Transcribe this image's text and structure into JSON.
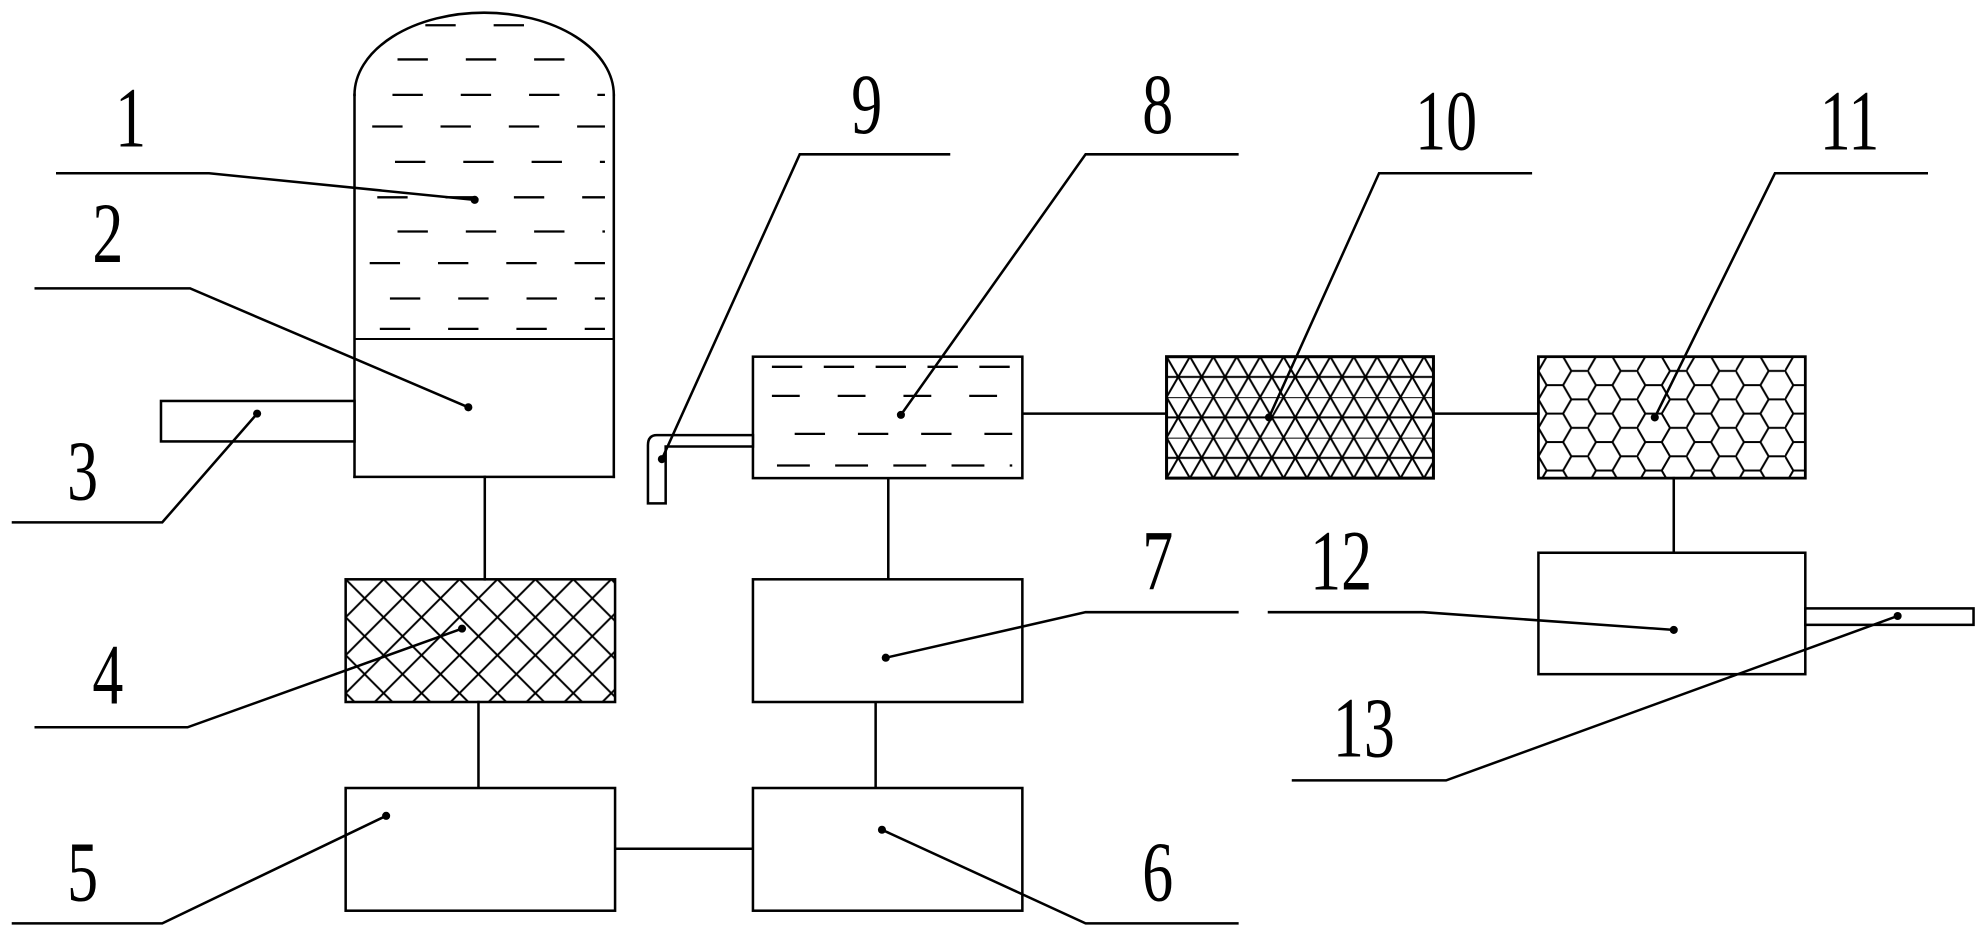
{
  "reference_numerals": [
    "1",
    "2",
    "3",
    "4",
    "5",
    "6",
    "7",
    "8",
    "9",
    "10",
    "11",
    "12",
    "13"
  ],
  "colors": {
    "line": "#000000",
    "background": "#ffffff"
  }
}
